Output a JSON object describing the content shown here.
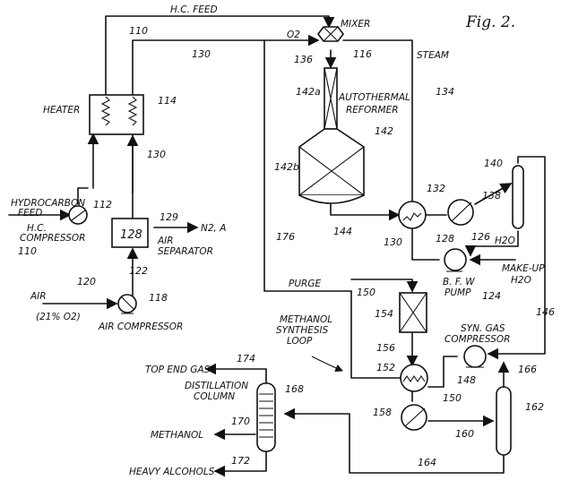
{
  "figure_title": "Fig. 2.",
  "labels": {
    "hc_feed": "H.C. FEED",
    "mixer": "MIXER",
    "o2": "O2",
    "steam": "STEAM",
    "heater": "HEATER",
    "autothermal": "AUTOTHERMAL",
    "reformer": "REFORMER",
    "hydrocarbon": "HYDROCARBON",
    "feed": "FEED",
    "hc": "H.C.",
    "compressor": "COMPRESSOR",
    "n2a": "N2, A",
    "air_sep_1": "AIR",
    "air_sep_2": "SEPARATOR",
    "air": "AIR",
    "air_comp": "(21% O2)",
    "air_compressor": "AIR COMPRESSOR",
    "purge": "PURGE",
    "bfw_pump": "B. F. W",
    "pump": "PUMP",
    "h2o": "H2O",
    "makeup_1": "MAKE-UP",
    "makeup_2": "H2O",
    "methanol_synth_1": "METHANOL",
    "methanol_synth_2": "SYNTHESIS",
    "methanol_synth_3": "LOOP",
    "syn_gas_1": "SYN. GAS",
    "syn_gas_2": "COMPRESSOR",
    "top_end": "TOP END GAS",
    "distill_1": "DISTILLATION",
    "distill_2": "COLUMN",
    "methanol": "METHANOL",
    "heavy": "HEAVY ALCOHOLS"
  },
  "numbers": {
    "n110a": "110",
    "n116": "116",
    "n130a": "130",
    "n136": "136",
    "n114": "114",
    "n142a": "142a",
    "n134": "134",
    "n142": "142",
    "n142b": "142b",
    "n130b": "130",
    "n140": "140",
    "n112": "112",
    "n110b": "110",
    "n132": "132",
    "n138": "138",
    "n128a": "128",
    "n129": "129",
    "n176": "176",
    "n144": "144",
    "n130c": "130",
    "n128b": "128",
    "n126": "126",
    "n122": "122",
    "n120": "120",
    "n118": "118",
    "n150a": "150",
    "n124": "124",
    "n154": "154",
    "n146": "146",
    "n156": "156",
    "n152": "152",
    "n148": "148",
    "n150b": "150",
    "n166": "166",
    "n174": "174",
    "n168": "168",
    "n158": "158",
    "n162": "162",
    "n170": "170",
    "n160": "160",
    "n172": "172",
    "n164": "164"
  }
}
